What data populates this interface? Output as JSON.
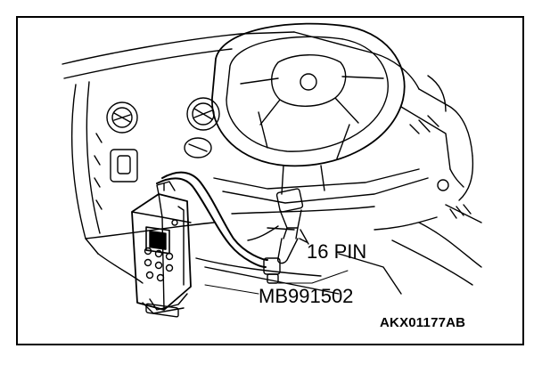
{
  "illustration": {
    "subject_icons": [
      "dashboard-icon",
      "steering-wheel-icon",
      "scan-tool-icon",
      "diagnostic-connector-icon"
    ],
    "line_color": "#000000",
    "background": "#ffffff"
  },
  "labels": {
    "connector": "16 PIN",
    "tool": "MB991502",
    "figure_code": "AKX01177AB"
  }
}
